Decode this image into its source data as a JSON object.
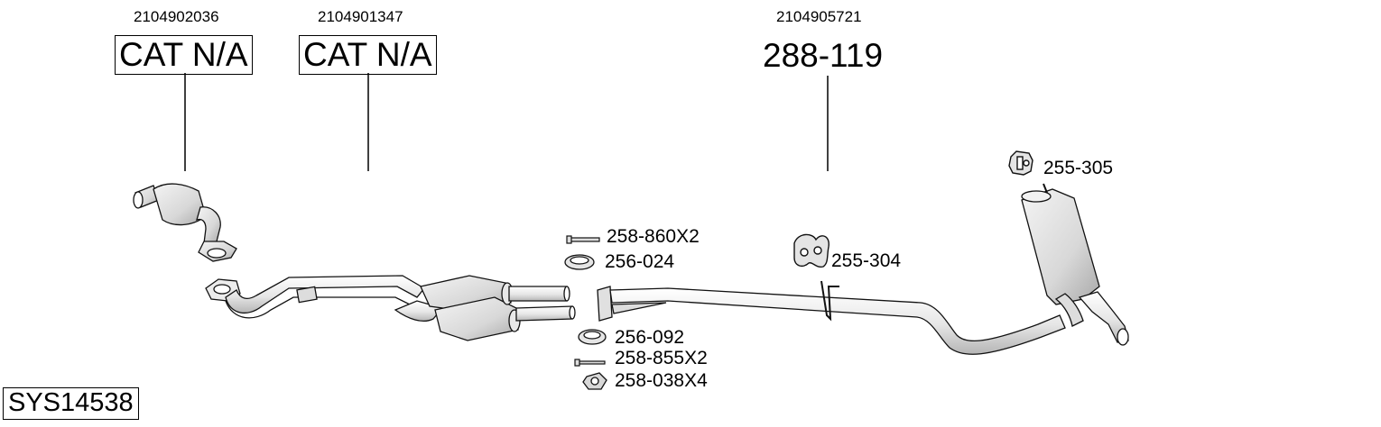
{
  "top_parts": [
    {
      "number": "2104902036",
      "label": "CAT N/A"
    },
    {
      "number": "2104901347",
      "label": "CAT N/A"
    },
    {
      "number": "2104905721",
      "label": "288-119"
    }
  ],
  "callouts": {
    "bolt_258_860": "258-860X2",
    "gasket_256_024": "256-024",
    "hanger_255_304": "255-304",
    "hanger_255_305": "255-305",
    "gasket_256_092": "256-092",
    "bolt_258_855": "258-855X2",
    "nut_258_038": "258-038X4"
  },
  "system_code": "SYS14538"
}
